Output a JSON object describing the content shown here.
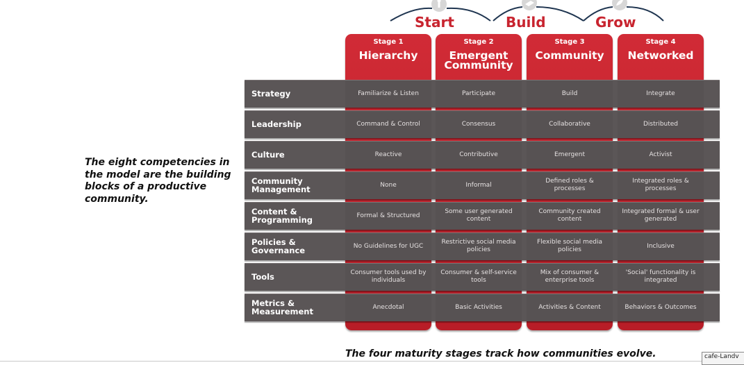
{
  "phases": [
    {
      "label": "Start",
      "icon": "seedling-icon"
    },
    {
      "label": "Build",
      "icon": "watering-can-icon"
    },
    {
      "label": "Grow",
      "icon": "plant-icon"
    }
  ],
  "stages": [
    {
      "number": "Stage 1",
      "name": "Hierarchy"
    },
    {
      "number": "Stage 2",
      "name": "Emergent Community"
    },
    {
      "number": "Stage 3",
      "name": "Community"
    },
    {
      "number": "Stage 4",
      "name": "Networked"
    }
  ],
  "rows": [
    {
      "label": "Strategy",
      "cells": [
        "Familiarize & Listen",
        "Participate",
        "Build",
        "Integrate"
      ]
    },
    {
      "label": "Leadership",
      "cells": [
        "Command & Control",
        "Consensus",
        "Collaborative",
        "Distributed"
      ]
    },
    {
      "label": "Culture",
      "cells": [
        "Reactive",
        "Contributive",
        "Emergent",
        "Activist"
      ]
    },
    {
      "label": "Community Management",
      "cells": [
        "None",
        "Informal",
        "Defined roles & processes",
        "Integrated roles & processes"
      ]
    },
    {
      "label": "Content & Programming",
      "cells": [
        "Formal & Structured",
        "Some user generated content",
        "Community created content",
        "Integrated formal & user generated"
      ]
    },
    {
      "label": "Policies & Governance",
      "cells": [
        "No Guidelines for UGC",
        "Restrictive social media policies",
        "Flexible social media policies",
        "Inclusive"
      ]
    },
    {
      "label": "Tools",
      "cells": [
        "Consumer tools used by individuals",
        "Consumer & self-service tools",
        "Mix of consumer & enterprise tools",
        "'Social' functionality is integrated"
      ]
    },
    {
      "label": "Metrics & Measurement",
      "cells": [
        "Anecdotal",
        "Basic Activities",
        "Activities & Content",
        "Behaviors & Outcomes"
      ]
    }
  ],
  "notes": {
    "left": "The eight competencies in the model are the building blocks of a productive community.",
    "bottom": "The four maturity stages track how communities evolve."
  },
  "tag": "cafe-Landv",
  "colors": {
    "accent": "#c8242f",
    "row": "#5b5657"
  }
}
